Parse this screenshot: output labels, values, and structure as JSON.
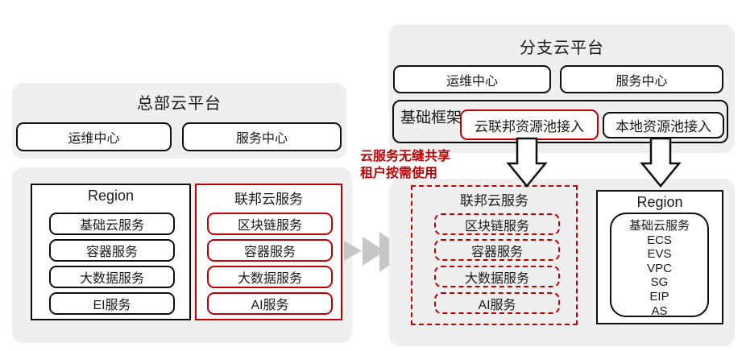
{
  "colors": {
    "accent_red": "#c00000",
    "panel_gray": "#efefef",
    "chevron_gray": "#c6c6c6",
    "border_black": "#0d0d0d"
  },
  "hq_platform": {
    "title": "总部云平台",
    "buttons": [
      "运维中心",
      "服务中心"
    ]
  },
  "hq_services": {
    "region": {
      "title": "Region",
      "items": [
        "基础云服务",
        "容器服务",
        "大数据服务",
        "EI服务"
      ]
    },
    "federation": {
      "title": "联邦云服务",
      "items": [
        "区块链服务",
        "容器服务",
        "大数据服务",
        "AI服务"
      ]
    }
  },
  "branch_platform": {
    "title": "分支云平台",
    "buttons": [
      "运维中心",
      "服务中心"
    ],
    "framework": {
      "label": "基础框架",
      "federation_access": "云联邦资源池接入",
      "local_access": "本地资源池接入"
    }
  },
  "annotation": {
    "line1": "云服务无缝共享",
    "line2": "租户按需使用"
  },
  "branch_services": {
    "federation": {
      "title": "联邦云服务",
      "items": [
        "区块链服务",
        "容器服务",
        "大数据服务",
        "AI服务"
      ]
    },
    "region": {
      "title": "Region",
      "lines": [
        "基础云服务",
        "ECS",
        "EVS",
        "VPC",
        "SG",
        "EIP",
        "AS"
      ]
    }
  }
}
